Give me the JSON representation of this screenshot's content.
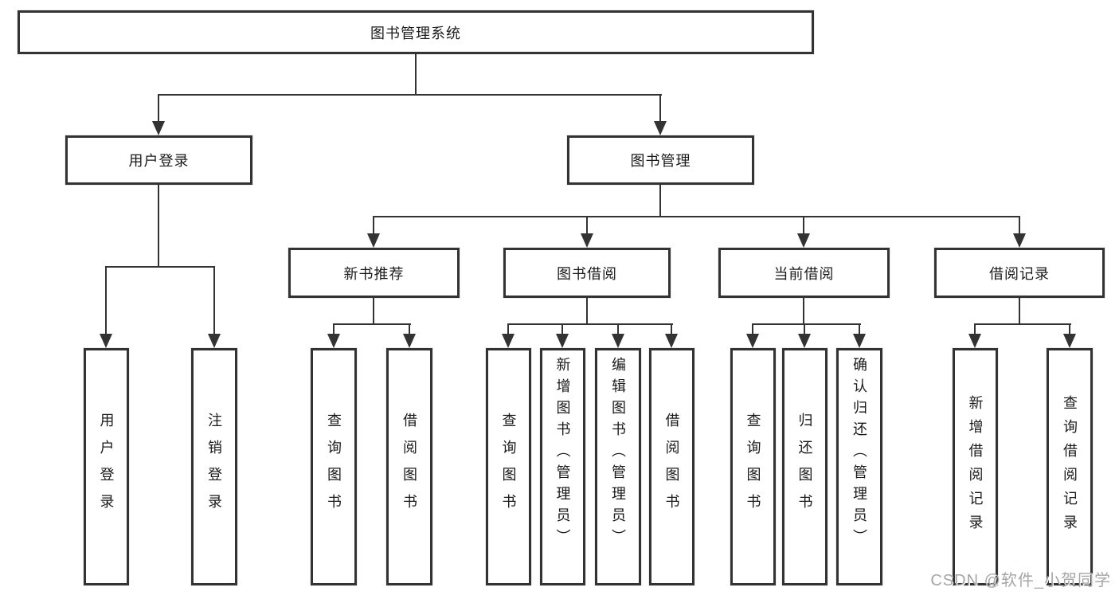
{
  "tree": {
    "label": "图书管理系统",
    "children": [
      {
        "label": "用户登录",
        "children": [
          {
            "label": "用户登录"
          },
          {
            "label": "注销登录"
          }
        ]
      },
      {
        "label": "图书管理",
        "children": [
          {
            "label": "新书推荐",
            "children": [
              {
                "label": "查询图书"
              },
              {
                "label": "借阅图书"
              }
            ]
          },
          {
            "label": "图书借阅",
            "children": [
              {
                "label": "查询图书"
              },
              {
                "label": "新增图书（管理员）"
              },
              {
                "label": "编辑图书（管理员）"
              },
              {
                "label": "借阅图书"
              }
            ]
          },
          {
            "label": "当前借阅",
            "children": [
              {
                "label": "查询图书"
              },
              {
                "label": "归还图书"
              },
              {
                "label": "确认归还（管理员）"
              }
            ]
          },
          {
            "label": "借阅记录",
            "children": [
              {
                "label": "新增借阅记录"
              },
              {
                "label": "查询借阅记录"
              }
            ]
          }
        ]
      }
    ]
  },
  "watermark": "CSDN @软件_小贺同学",
  "colors": {
    "line": "#333333",
    "text": "#1a1a1a",
    "watermark": "#a6a6a6",
    "background": "#ffffff"
  }
}
